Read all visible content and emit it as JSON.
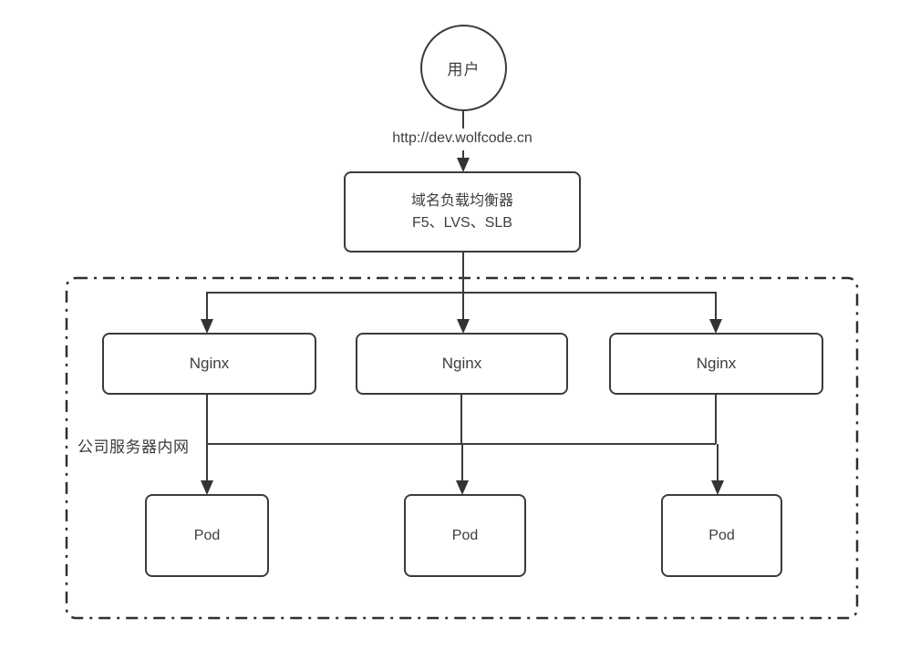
{
  "diagram": {
    "user": {
      "label": "用户"
    },
    "url_label": "http://dev.wolfcode.cn",
    "load_balancer": {
      "line1": "域名负载均衡器",
      "line2": "F5、LVS、SLB"
    },
    "intranet": {
      "label": "公司服务器内网"
    },
    "nginx_nodes": [
      {
        "label": "Nginx"
      },
      {
        "label": "Nginx"
      },
      {
        "label": "Nginx"
      }
    ],
    "pod_nodes": [
      {
        "label": "Pod"
      },
      {
        "label": "Pod"
      },
      {
        "label": "Pod"
      }
    ],
    "colors": {
      "stroke": "#3b3b3b",
      "text": "#3d3d3d",
      "background": "#ffffff"
    }
  }
}
